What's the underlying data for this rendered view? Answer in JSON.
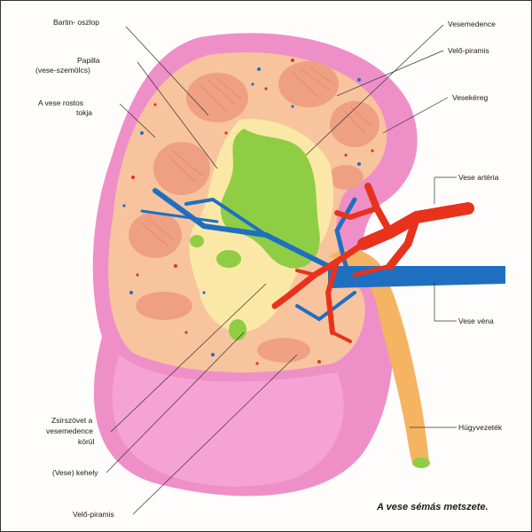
{
  "labels": {
    "bartin_oszlop": "Bartin- oszlop",
    "papilla_1": "Papilla",
    "papilla_2": "(vese-szemölcs)",
    "rostos_tok_1": "A vese rostos",
    "rostos_tok_2": "tokja",
    "vesemedence": "Vesemedence",
    "velo_piramis_top": "Velő-piramis",
    "vesekereg": "Vesekéreg",
    "vese_arteria": "Vese artéria",
    "vese_vena": "Vese véna",
    "hugyvezetek": "Húgyvezeték",
    "zsirszovet_1": "Zsírszövet a",
    "zsirszovet_2": "vesemedence",
    "zsirszovet_3": "körül",
    "kehely": "(Vese) kehely",
    "velo_piramis_bottom": "Velő-piramis"
  },
  "caption": "A vese sémás metszete.",
  "colors": {
    "capsule": "#ef8fc7",
    "cortex": "#f7c49e",
    "pyramid": "#ef9f82",
    "pelvis": "#8fcd44",
    "fat": "#fbe8a6",
    "artery": "#e8321c",
    "vein": "#1f6fc0",
    "ureter": "#f4b462"
  }
}
